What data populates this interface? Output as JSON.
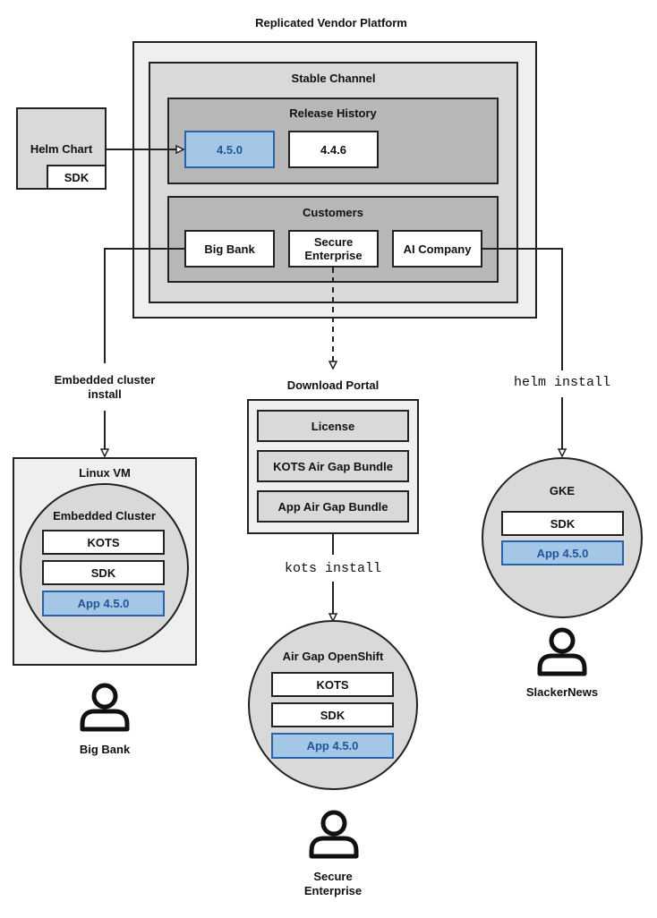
{
  "platform": {
    "title": "Replicated Vendor Platform",
    "channel": "Stable Channel",
    "release_history": {
      "title": "Release History",
      "releases": [
        "4.5.0",
        "4.4.6"
      ]
    },
    "customers": {
      "title": "Customers",
      "items": [
        "Big Bank",
        "Secure\nEnterprise",
        "AI Company"
      ]
    }
  },
  "helm_chart": {
    "title": "Helm Chart",
    "sdk": "SDK"
  },
  "labels": {
    "embedded_install": "Embedded cluster\ninstall",
    "helm_install": "helm install",
    "kots_install": "kots install"
  },
  "download_portal": {
    "title": "Download Portal",
    "items": [
      "License",
      "KOTS Air Gap Bundle",
      "App Air Gap Bundle"
    ]
  },
  "linux_vm": {
    "title": "Linux VM",
    "cluster_title": "Embedded Cluster",
    "items": [
      "KOTS",
      "SDK"
    ],
    "app": "App 4.5.0"
  },
  "openshift": {
    "title": "Air Gap OpenShift",
    "items": [
      "KOTS",
      "SDK"
    ],
    "app": "App 4.5.0"
  },
  "gke": {
    "title": "GKE",
    "items": [
      "SDK"
    ],
    "app": "App 4.5.0"
  },
  "users": {
    "big_bank": "Big Bank",
    "secure_enterprise": "Secure\nEnterprise",
    "slacker_news": "SlackerNews"
  },
  "colors": {
    "outer_bg": "#efefef",
    "channel_bg": "#d9d9d9",
    "section_bg": "#b7b7b7",
    "release_blue": "#a4c6e7",
    "release_blue_border": "#2a62a8",
    "release_blue_text": "#1f5596"
  }
}
